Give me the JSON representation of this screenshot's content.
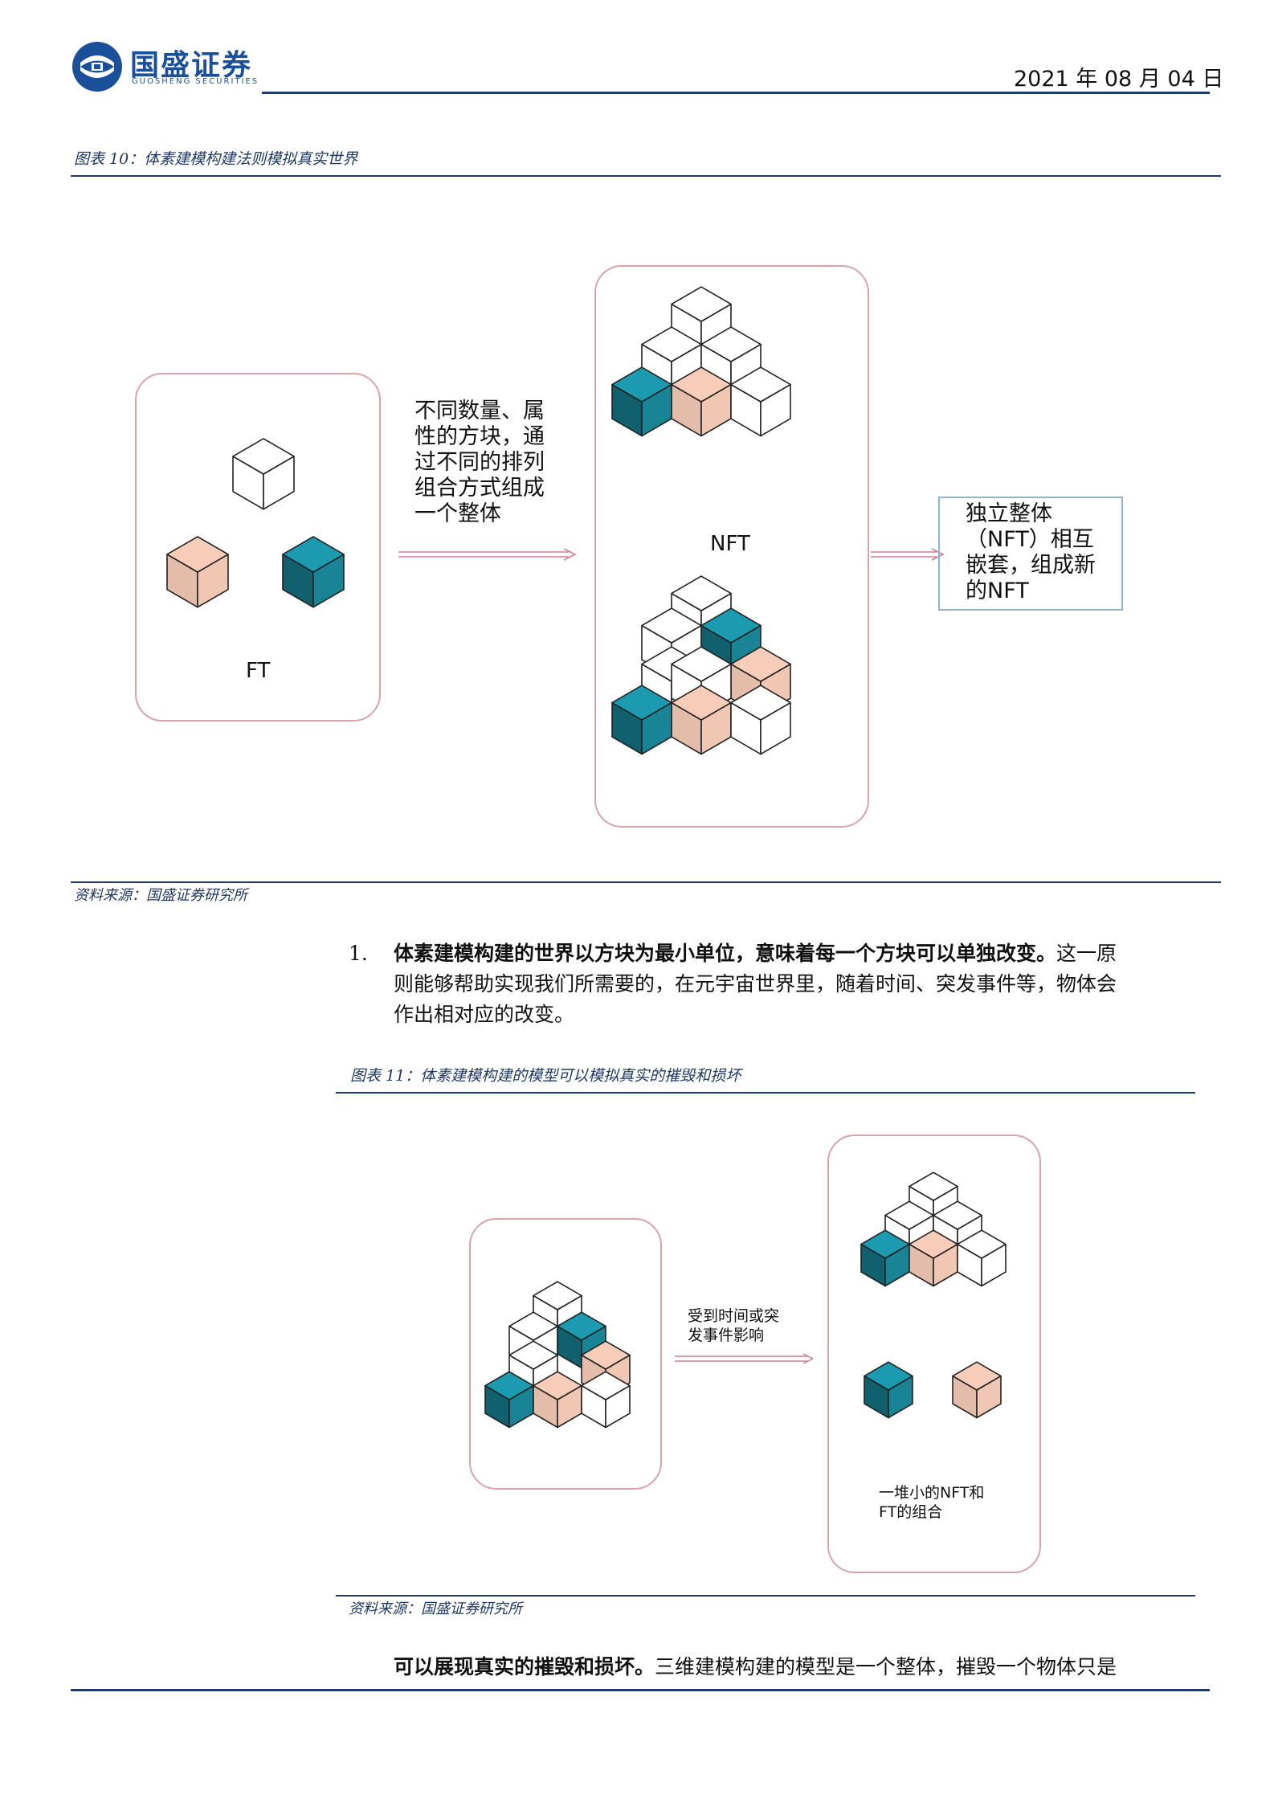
{
  "header": {
    "brand_cn": "国盛证券",
    "brand_en": "GUOSHENG SECURITIES",
    "date": "2021 年 08 月 04 日"
  },
  "figure10": {
    "caption": "图表 10：体素建模构建法则模拟真实世界",
    "ft_label": "FT",
    "arrow_text": [
      "不同数量、属",
      "性的方块，通",
      "过不同的排列",
      "组合方式组成",
      "一个整体"
    ],
    "nft_label": "NFT",
    "result_text": [
      "独立整体",
      "（NFT）相互",
      "嵌套，组成新",
      "的NFT"
    ],
    "source": "资料来源：国盛证券研究所"
  },
  "point1": {
    "number": "1.",
    "bold": "体素建模构建的世界以方块为最小单位，意味着每一个方块可以单独改变。",
    "rest_line1": "这一原",
    "line2": "则能够帮助实现我们所需要的，在元宇宙世界里，随着时间、突发事件等，物体会",
    "line3": "作出相对应的改变。"
  },
  "figure11": {
    "caption": "图表 11：体素建模构建的模型可以模拟真实的摧毁和损坏",
    "arrow_text": [
      "受到时间或突",
      "发事件影响"
    ],
    "result_text": [
      "一堆小的NFT和",
      "FT的组合"
    ],
    "source": "资料来源：国盛证券研究所"
  },
  "point2": {
    "bold": "可以展现真实的摧毁和损坏。",
    "rest": "三维建模构建的模型是一个整体，摧毁一个物体只是"
  },
  "colors": {
    "rule": "#1f3a6e",
    "caption": "#1f3864",
    "frame": "#d9a3ad",
    "teal": "#1c9bb0",
    "peach": "#f7cdb9",
    "cube_line": "#222222"
  }
}
